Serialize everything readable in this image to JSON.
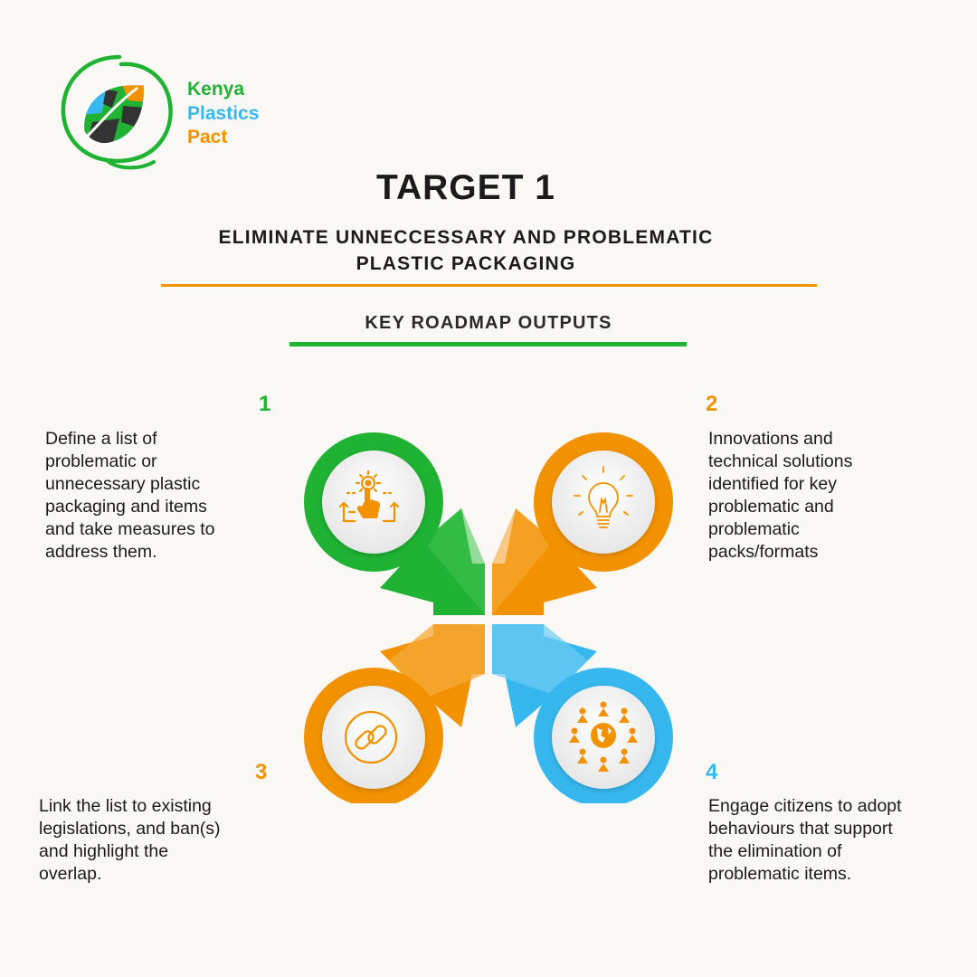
{
  "logo": {
    "line1": "Kenya",
    "line2": "Plastics",
    "line3": "Pact"
  },
  "title": "TARGET 1",
  "subtitle": {
    "line1": "ELIMINATE UNNECCESSARY AND PROBLEMATIC",
    "line2": "PLASTIC PACKAGING"
  },
  "section_title": "KEY ROADMAP OUTPUTS",
  "colors": {
    "green": "#1fb233",
    "orange": "#f39200",
    "blue": "#36b8ee",
    "dark": "#1b1b1b"
  },
  "outputs": [
    {
      "number": "1",
      "color": "#1fb233",
      "icon": "gear-hand-touch-icon",
      "lines": [
        "Define a list of",
        "problematic or",
        "unnecessary plastic",
        "packaging and items",
        "and take measures to",
        "address them."
      ]
    },
    {
      "number": "2",
      "color": "#f39200",
      "icon": "lightbulb-icon",
      "lines": [
        "Innovations and",
        "technical solutions",
        "identified for key",
        "problematic and",
        "problematic",
        "packs/formats"
      ]
    },
    {
      "number": "3",
      "color": "#f39200",
      "icon": "chain-link-icon",
      "lines": [
        "Link the list to existing",
        "legislations, and ban(s)",
        "and highlight the",
        "overlap."
      ]
    },
    {
      "number": "4",
      "color": "#36b8ee",
      "icon": "people-globe-icon",
      "lines": [
        "Engage citizens to adopt",
        "behaviours that support",
        "the elimination of",
        "problematic items."
      ]
    }
  ]
}
